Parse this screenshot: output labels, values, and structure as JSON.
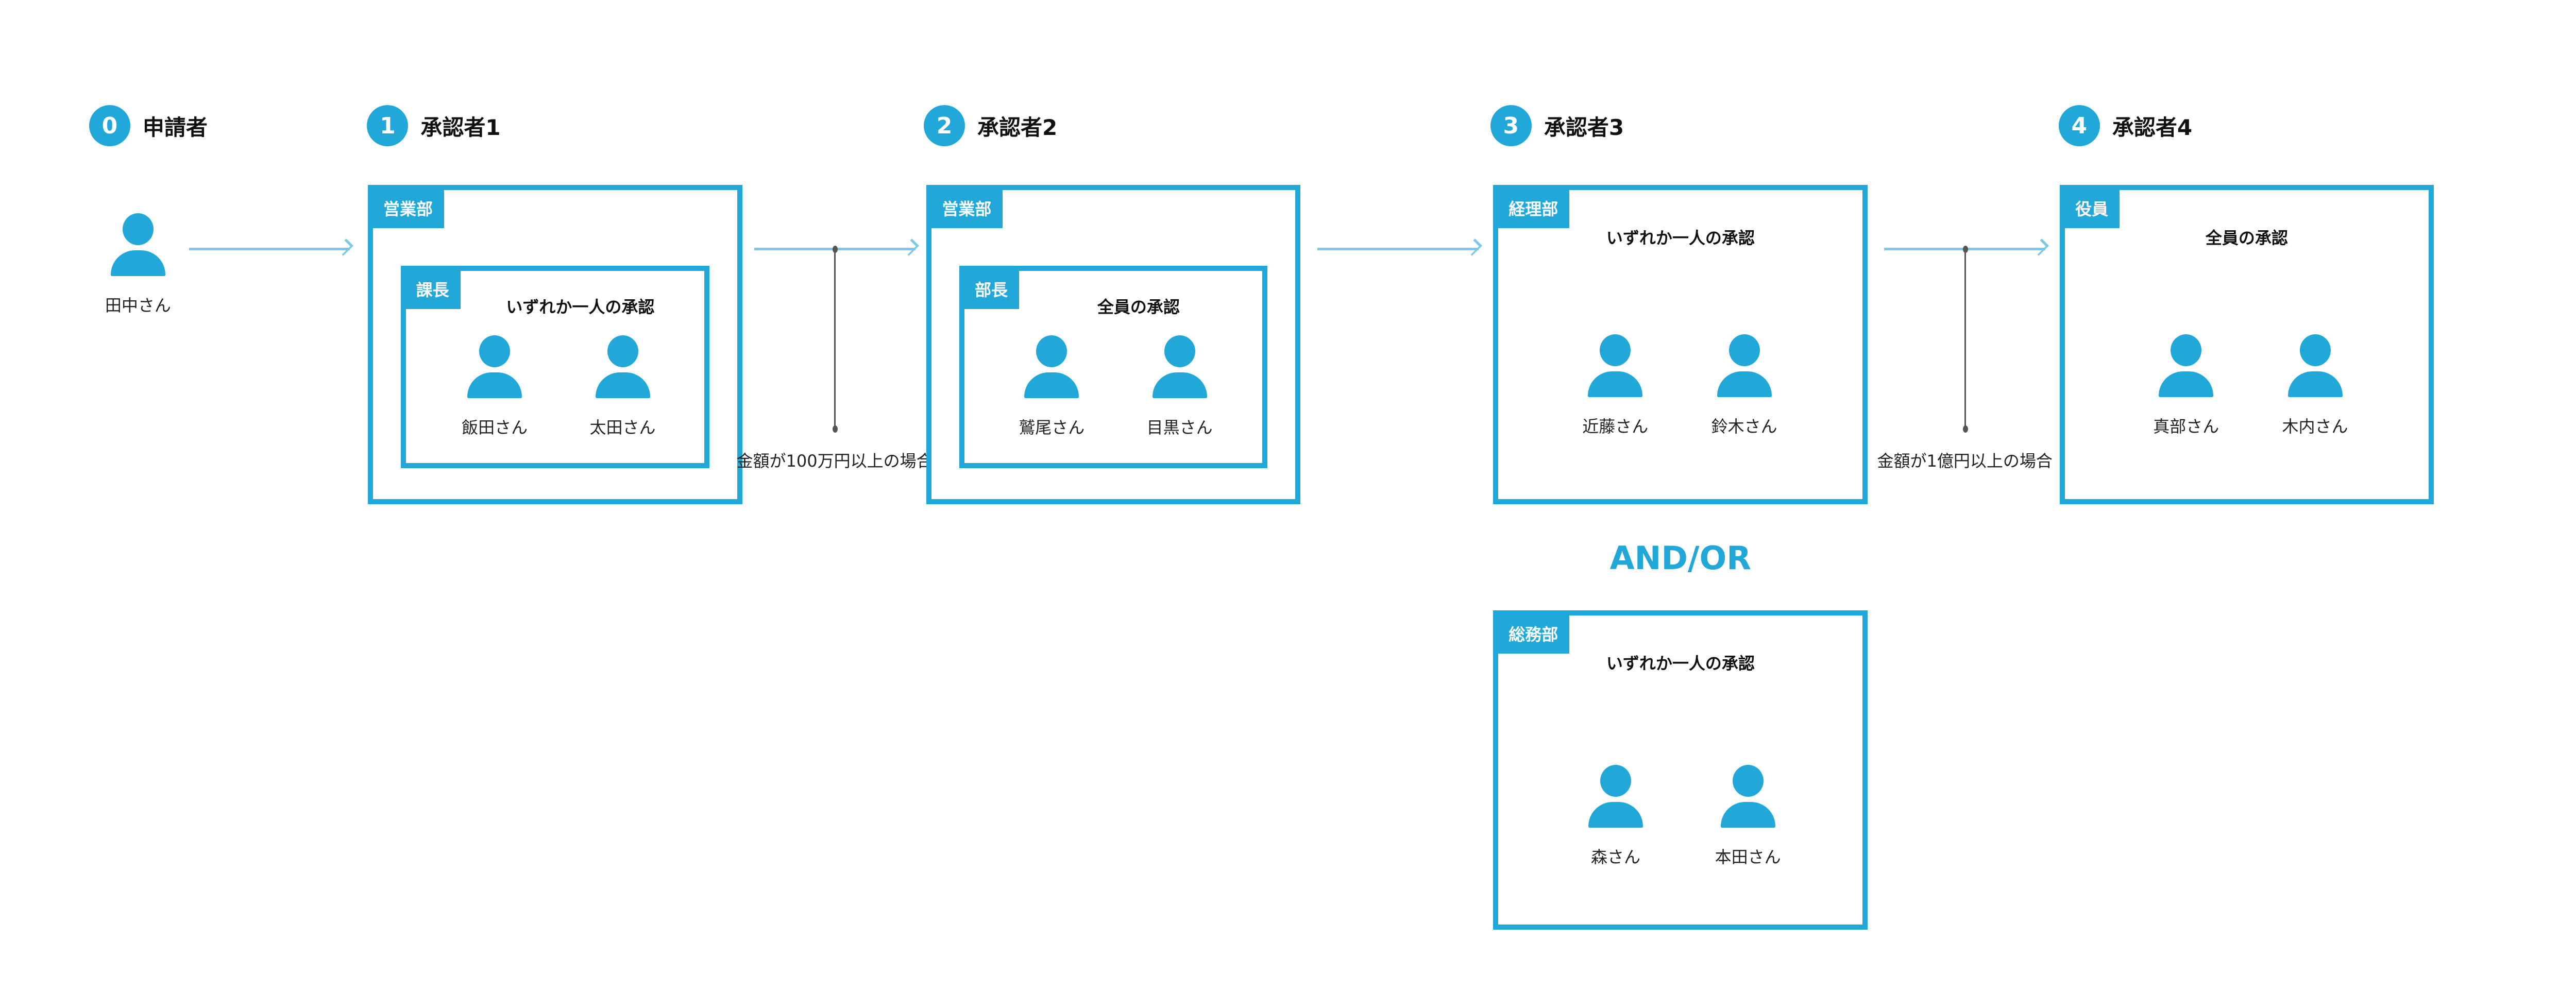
{
  "colors": {
    "accent": "#21a8d8",
    "arrow": "#7cc8e6",
    "text": "#222222"
  },
  "steps": [
    {
      "num": "0",
      "label": "申請者"
    },
    {
      "num": "1",
      "label": "承認者1"
    },
    {
      "num": "2",
      "label": "承認者2"
    },
    {
      "num": "3",
      "label": "承認者3"
    },
    {
      "num": "4",
      "label": "承認者4"
    }
  ],
  "applicant": {
    "name": "田中さん",
    "icon": "person-icon"
  },
  "approver1": {
    "dept": "営業部",
    "sub": {
      "role": "課長",
      "rule": "いずれか一人の承認",
      "people": [
        "飯田さん",
        "太田さん"
      ]
    }
  },
  "approver2": {
    "dept": "営業部",
    "sub": {
      "role": "部長",
      "rule": "全員の承認",
      "people": [
        "鷲尾さん",
        "目黒さん"
      ]
    }
  },
  "approver3": {
    "upper": {
      "dept": "経理部",
      "rule": "いずれか一人の承認",
      "people": [
        "近藤さん",
        "鈴木さん"
      ]
    },
    "connector": "AND/OR",
    "lower": {
      "dept": "総務部",
      "rule": "いずれか一人の承認",
      "people": [
        "森さん",
        "本田さん"
      ]
    }
  },
  "approver4": {
    "dept": "役員",
    "rule": "全員の承認",
    "people": [
      "真部さん",
      "木内さん"
    ]
  },
  "conditions": [
    "金額が100万円以上の場合",
    "金額が1億円以上の場合"
  ]
}
